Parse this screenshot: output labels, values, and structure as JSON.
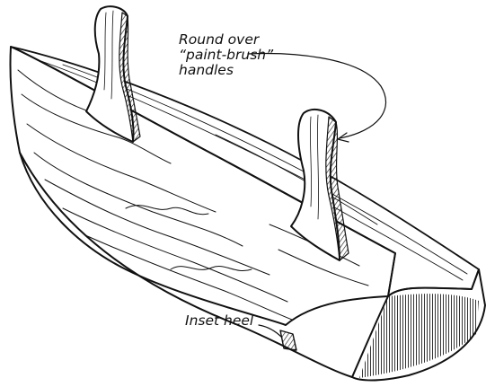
{
  "illustration": {
    "subject": "wooden plane body with two handles",
    "ink_color": "#111111",
    "paper_color": "#ffffff"
  },
  "callouts": {
    "handles": {
      "lines": [
        "Round over",
        "“paint-brush”",
        "handles"
      ]
    },
    "heel": {
      "text": "Inset heel"
    }
  }
}
